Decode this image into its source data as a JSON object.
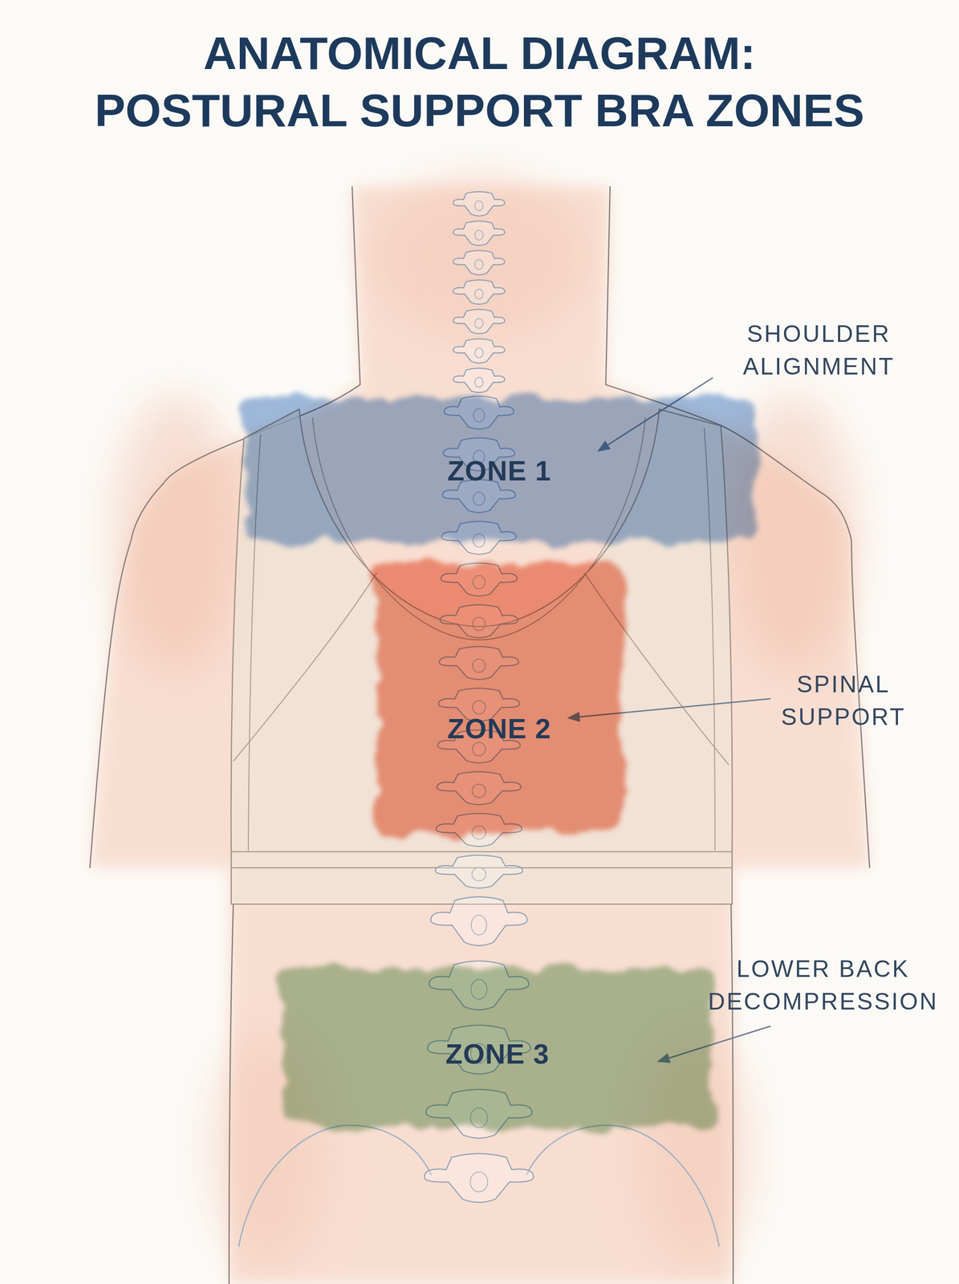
{
  "diagram": {
    "title": "ANATOMICAL DIAGRAM: POSTURAL SUPPORT BRA ZONES",
    "nodes": [
      {
        "text": [
          "ZONE 1"
        ]
      },
      {
        "text": [
          "ZONE 2"
        ]
      },
      {
        "text": [
          "ZONE 3"
        ]
      }
    ],
    "labels": [
      "SHOULDER ALIGNMENT",
      "SPINAL SUPPORT",
      "LOWER BACK DECOMPRESSION"
    ]
  }
}
